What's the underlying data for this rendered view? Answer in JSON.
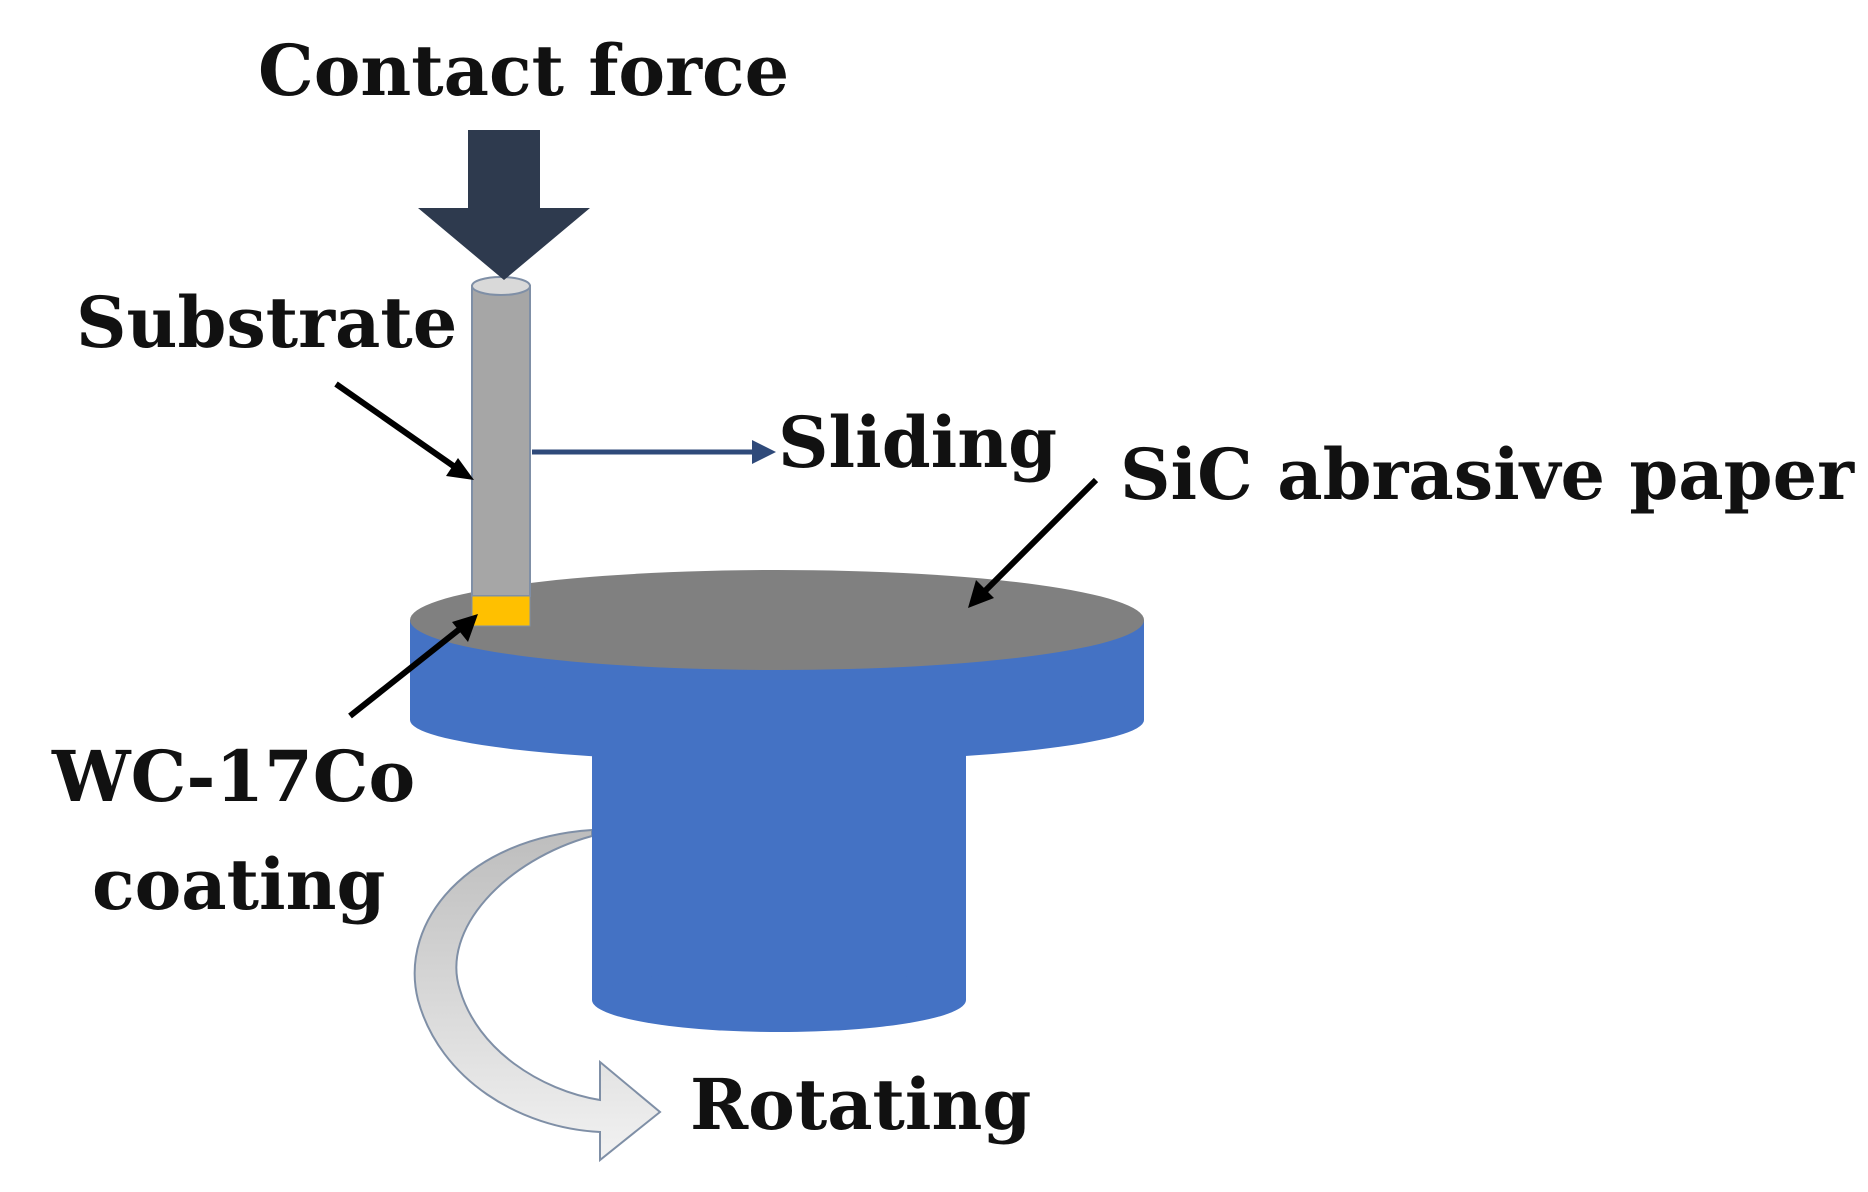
{
  "labels": {
    "contact_force": "Contact force",
    "substrate": "Substrate",
    "sliding": "Sliding",
    "sic_paper": "SiC abrasive paper",
    "coating_line1": "WC-17Co",
    "coating_line2": "coating",
    "rotating": "Rotating"
  },
  "colors": {
    "force_arrow": "#2e3a4e",
    "sliding_arrow": "#2f4a7a",
    "substrate_rod": "#a6a6a6",
    "rod_outline": "#7f8fa6",
    "coating": "#ffc000",
    "disk_top": "#808080",
    "disk_side": "#4472c4",
    "pointer": "#000000",
    "rotation_arrow": "#d9d9d9"
  }
}
